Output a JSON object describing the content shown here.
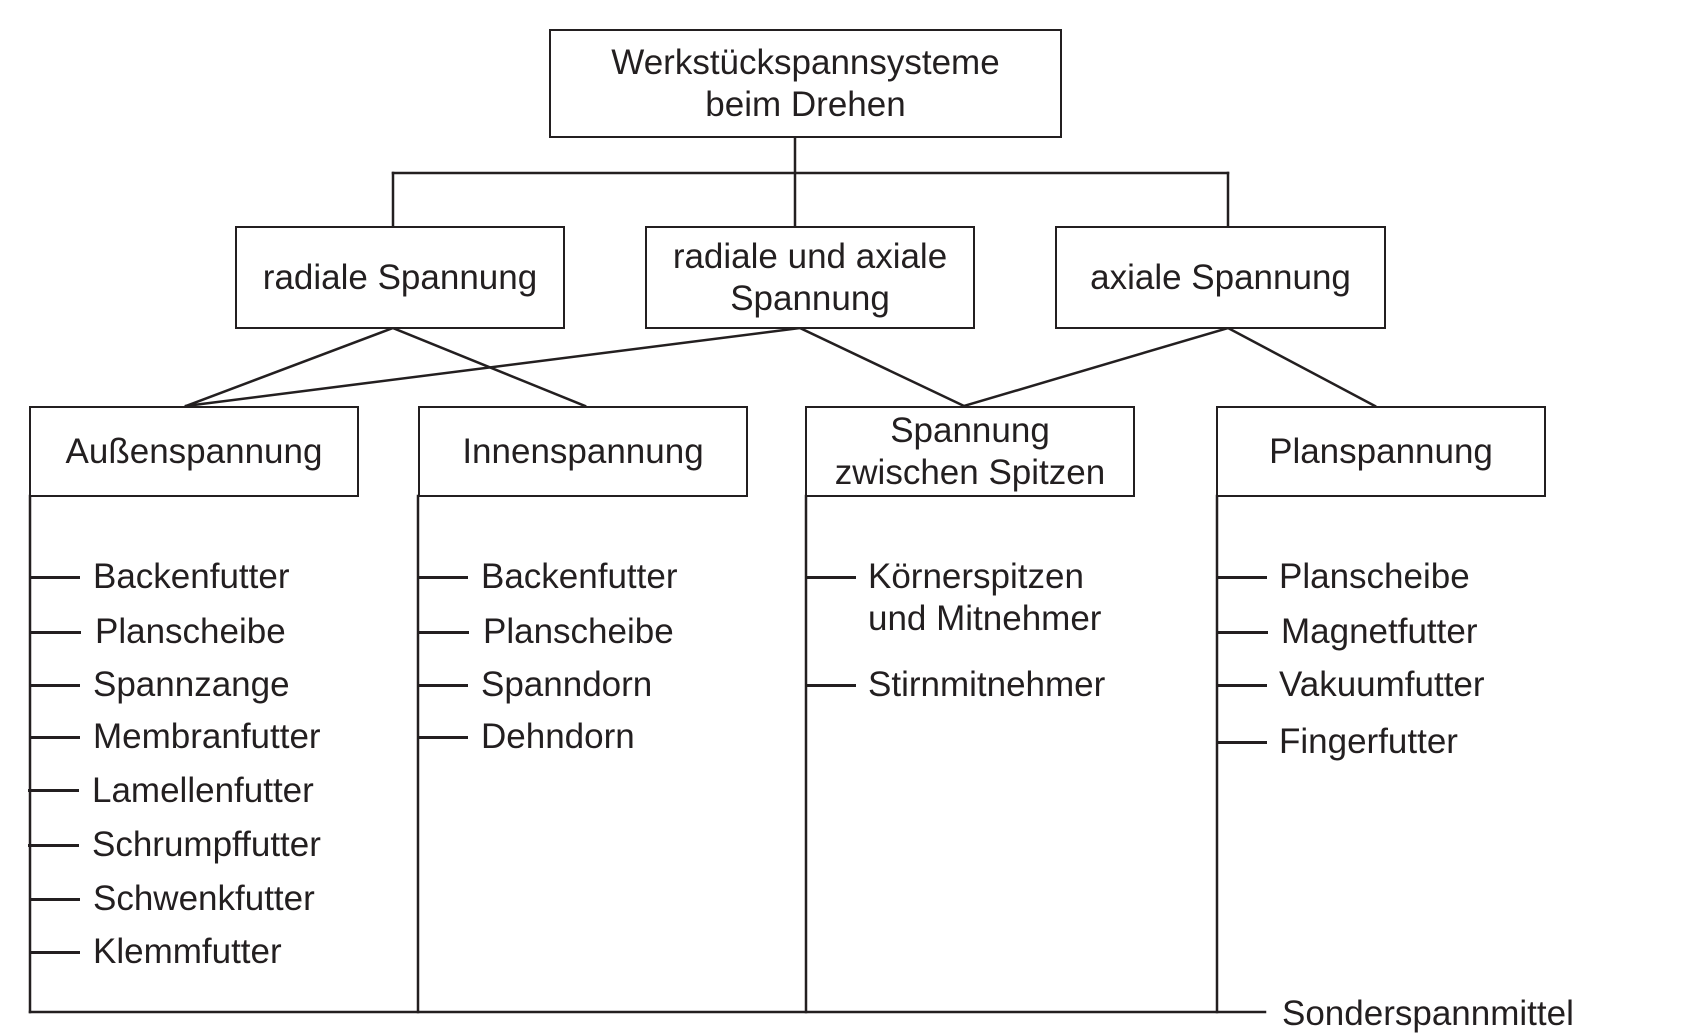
{
  "diagram": {
    "root": {
      "lines": [
        "Werkstückspannsysteme",
        "beim Drehen"
      ]
    },
    "level2": [
      {
        "id": "radial",
        "lines": [
          "radiale Spannung"
        ]
      },
      {
        "id": "radial-axial",
        "lines": [
          "radiale und axiale",
          "Spannung"
        ]
      },
      {
        "id": "axial",
        "lines": [
          "axiale Spannung"
        ]
      }
    ],
    "level3": [
      {
        "id": "aussen",
        "lines": [
          "Außenspannung"
        ],
        "parents": [
          "radial",
          "radial-axial"
        ],
        "items": [
          "Backenfutter",
          "Planscheibe",
          "Spannzange",
          "Membranfutter",
          "Lamellenfutter",
          "Schrumpffutter",
          "Schwenkfutter",
          "Klemmfutter"
        ]
      },
      {
        "id": "innen",
        "lines": [
          "Innenspannung"
        ],
        "parents": [
          "radial"
        ],
        "items": [
          "Backenfutter",
          "Planscheibe",
          "Spanndorn",
          "Dehndorn"
        ]
      },
      {
        "id": "spitzen",
        "lines": [
          "Spannung",
          "zwischen Spitzen"
        ],
        "parents": [
          "radial-axial",
          "axial"
        ],
        "items": [
          [
            "Körnerspitzen",
            "und Mitnehmer"
          ],
          "Stirnmitnehmer"
        ]
      },
      {
        "id": "plan",
        "lines": [
          "Planspannung"
        ],
        "parents": [
          "axial"
        ],
        "items": [
          "Planscheibe",
          "Magnetfutter",
          "Vakuumfutter",
          "Fingerfutter"
        ]
      }
    ],
    "common": {
      "label": "Sonderspannmittel"
    }
  }
}
